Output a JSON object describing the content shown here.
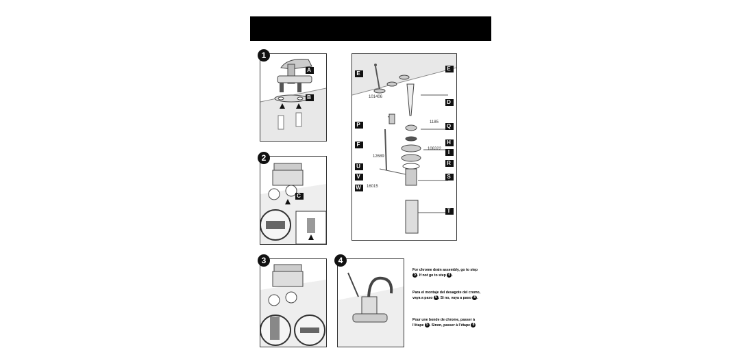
{
  "steps": {
    "s1": "1",
    "s2": "2",
    "s3": "3",
    "s4": "4"
  },
  "tags": {
    "A": "A",
    "B": "B",
    "C": "C",
    "D": "D",
    "E": "E",
    "F": "F",
    "H": "H",
    "I": "I",
    "P": "P",
    "Q": "Q",
    "R": "R",
    "S": "S",
    "T": "T",
    "U": "U",
    "V": "V",
    "W": "W"
  },
  "parts": {
    "p101406": "101406",
    "p1185": "1185",
    "p106322": "106322",
    "p12689": "12689",
    "p16015": "16015"
  },
  "notes": {
    "en_a": "For chrome drain assembly, go to step",
    "en_b": ". If not go to step",
    "fr1_a": "Para el montaje del desagote del cromo,",
    "fr1_b": "vaya a paso",
    "fr1_c": ". Si no, vaya a paso",
    "fr2_a": "Pour une bonde de chrome, passer à",
    "fr2_b": "l’étape",
    "fr2_c": ". Sinon, passer à l’étape",
    "step5": "5",
    "step8": "8"
  }
}
